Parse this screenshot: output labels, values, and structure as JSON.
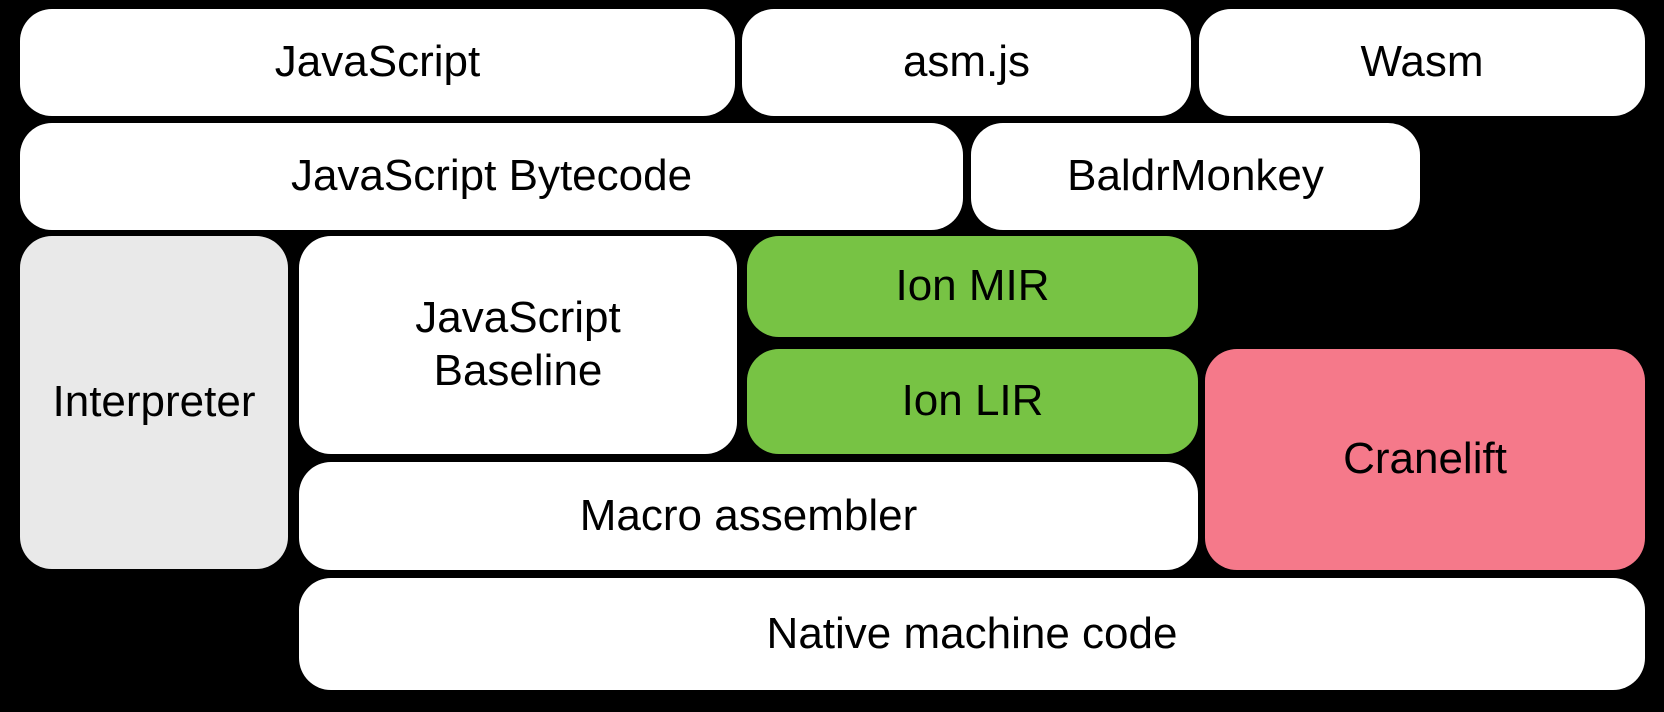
{
  "diagram": {
    "description": "Compiler pipeline block diagram on black background",
    "background_color": "#000000",
    "text_color": "#000000",
    "colors": {
      "white_box": "#ffffff",
      "gray_box": "#e9e9e9",
      "green_box": "#77c344",
      "pink_box": "#f5798a"
    },
    "nodes": [
      {
        "id": "javascript",
        "label": "JavaScript",
        "color": "white"
      },
      {
        "id": "asmjs",
        "label": "asm.js",
        "color": "white"
      },
      {
        "id": "wasm",
        "label": "Wasm",
        "color": "white"
      },
      {
        "id": "js-bytecode",
        "label": "JavaScript Bytecode",
        "color": "white"
      },
      {
        "id": "baldrmonkey",
        "label": "BaldrMonkey",
        "color": "white"
      },
      {
        "id": "interpreter",
        "label": "Interpreter",
        "color": "gray"
      },
      {
        "id": "js-baseline",
        "label": "JavaScript Baseline",
        "color": "white"
      },
      {
        "id": "ion-mir",
        "label": "Ion MIR",
        "color": "green"
      },
      {
        "id": "ion-lir",
        "label": "Ion LIR",
        "color": "green"
      },
      {
        "id": "cranelift",
        "label": "Cranelift",
        "color": "pink"
      },
      {
        "id": "macro-assembler",
        "label": "Macro assembler",
        "color": "white"
      },
      {
        "id": "native-machine",
        "label": "Native machine code",
        "color": "white"
      }
    ]
  }
}
